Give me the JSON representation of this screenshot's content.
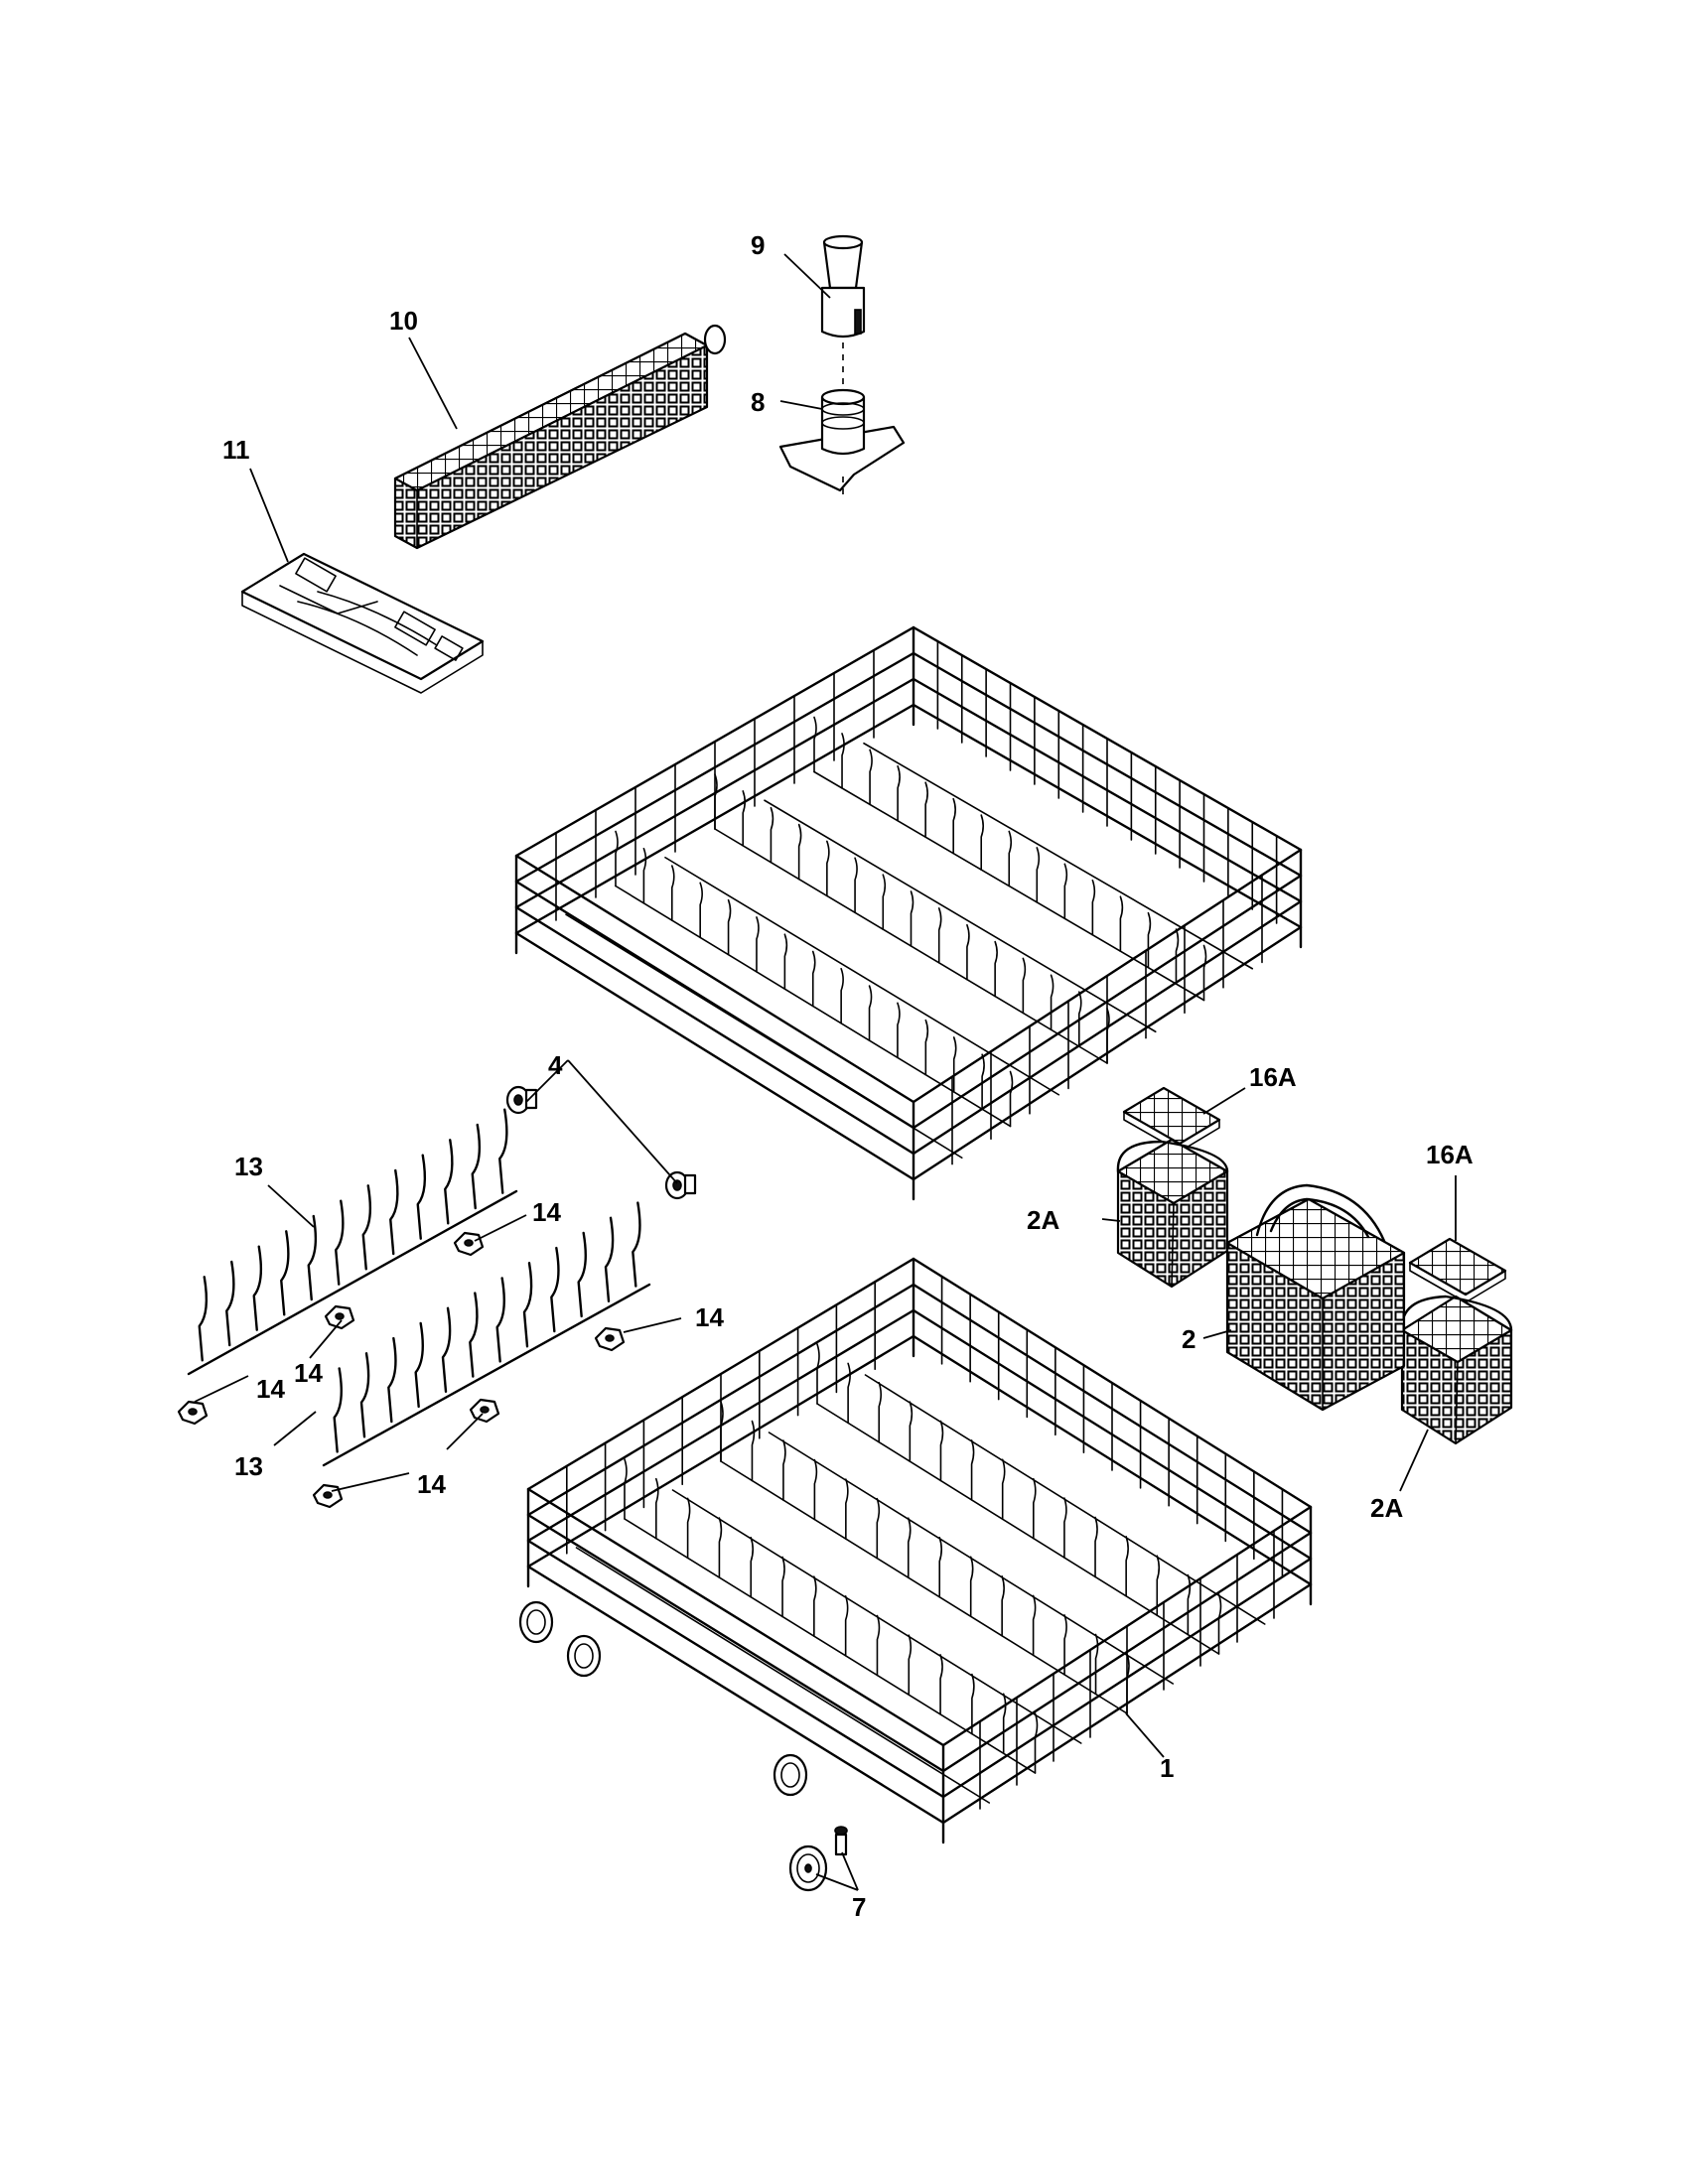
{
  "callouts": {
    "c1": "1",
    "c2": "2",
    "c2a_upper": "2A",
    "c2a_lower": "2A",
    "c4": "4",
    "c7": "7",
    "c8": "8",
    "c9": "9",
    "c10": "10",
    "c11": "11",
    "c13_upper": "13",
    "c13_lower": "13",
    "c14_a": "14",
    "c14_b": "14",
    "c14_c": "14",
    "c14_d": "14",
    "c14_e": "14",
    "c16a_upper": "16A",
    "c16a_lower": "16A"
  }
}
